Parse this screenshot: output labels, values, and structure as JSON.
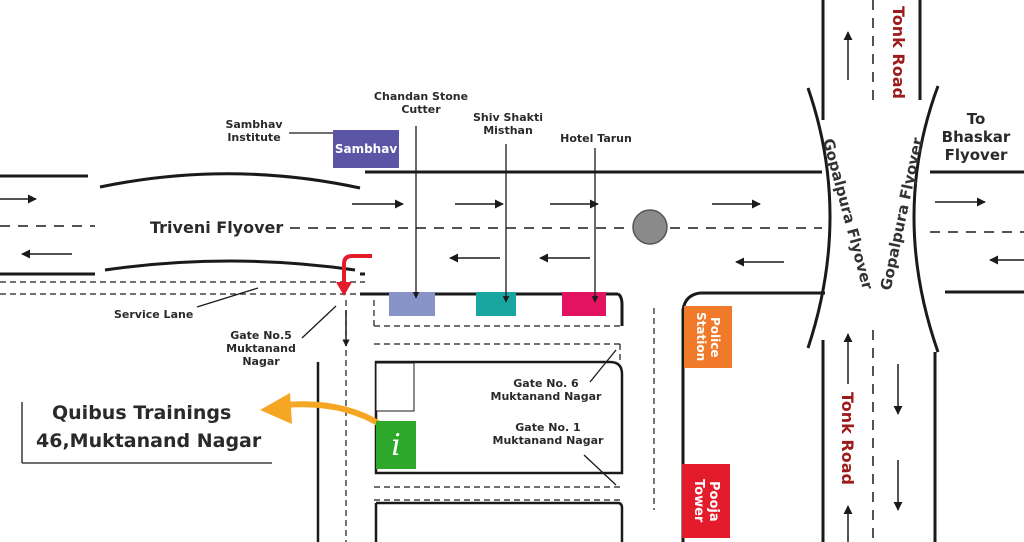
{
  "colors": {
    "road_line": "#1a1a1a",
    "sambhav": "#5b55a6",
    "chandan": "#8793c7",
    "shiv": "#1aa6a0",
    "hotel": "#e3145f",
    "police": "#f07a2a",
    "pooja": "#e31b2a",
    "info_green": "#2ea82a",
    "road_red": "#9e1b1b",
    "pointer_orange": "#f5a623",
    "turn_red": "#e31b2a",
    "circle": "#8a8a8a"
  },
  "labels": {
    "sambhav_institute": "Sambhav Institute",
    "sambhav_box": "Sambhav",
    "chandan_stone": "Chandan Stone Cutter",
    "shiv_shakti": "Shiv Shakti Misthan",
    "hotel_tarun": "Hotel Tarun",
    "triveni_flyover": "Triveni Flyover",
    "service_lane": "Service Lane",
    "gate5": "Gate No.5 Muktanand Nagar",
    "gate6": "Gate No. 6 Muktanand Nagar",
    "gate1": "Gate No. 1 Muktanand Nagar",
    "quibus_line1": "Quibus Trainings",
    "quibus_line2": "46,Muktanand Nagar",
    "info_icon": "i",
    "police_station": "Police Station",
    "pooja_tower": "Pooja Tower",
    "tonk_road_top": "Tonk Road",
    "tonk_road_bottom": "Tonk Road",
    "gopalpura_left": "Gopalpura Flyover",
    "gopalpura_right": "Gopalpura Flyover",
    "to_bhaskar": "To Bhaskar Flyover"
  },
  "icons": [
    "info-icon",
    "direction-arrow-icon",
    "turn-arrow-icon",
    "pointer-arrow-icon",
    "roundabout-icon"
  ]
}
